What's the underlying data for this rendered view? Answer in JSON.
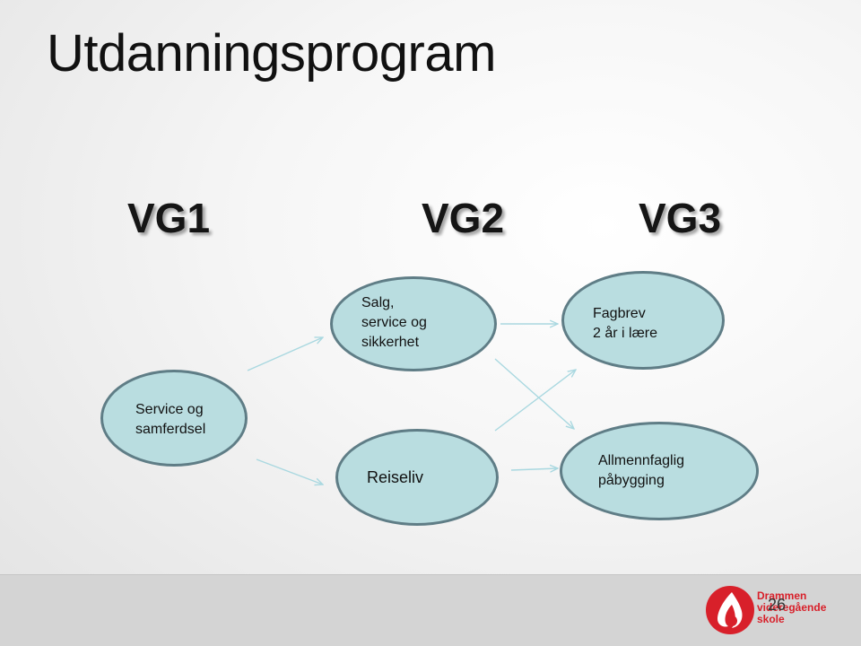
{
  "title": "Utdanningsprogram",
  "columns": [
    "VG1",
    "VG2",
    "VG3"
  ],
  "nodes": {
    "service": "Service og\nsamferdsel",
    "salg": "Salg,\nservice og\nsikkerhet",
    "reiseliv": "Reiseliv",
    "fagbrev": "Fagbrev\n2 år i lære",
    "allmenn": "Allmennfaglig\npåbygging"
  },
  "footer": {
    "page_number": "26",
    "logo_text": "Drammen\nvideregående\nskole"
  },
  "colors": {
    "node_fill": "#b9dde0",
    "node_border": "#5f7d86",
    "arrow": "#a9d8e0",
    "logo": "#d8202a"
  }
}
